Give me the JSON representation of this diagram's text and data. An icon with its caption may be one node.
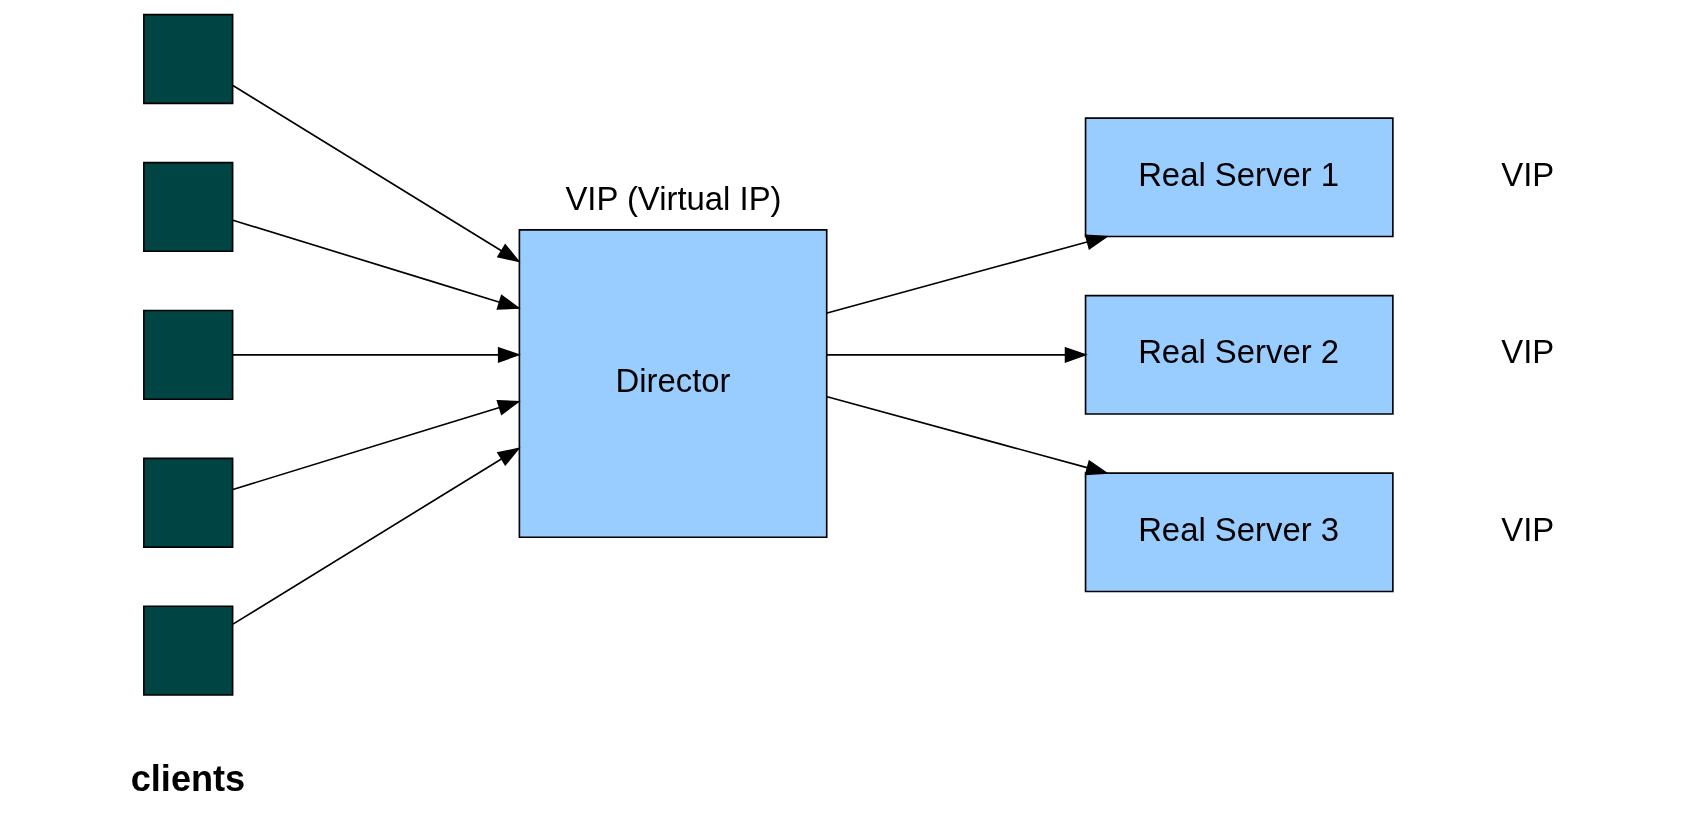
{
  "diagram": {
    "nodes": [
      {
        "text": [],
        "shape": "box"
      },
      {
        "text": [],
        "shape": "box"
      },
      {
        "text": [],
        "shape": "box"
      },
      {
        "text": [],
        "shape": "box"
      },
      {
        "text": [],
        "shape": "box"
      },
      {
        "text": [
          "Director"
        ],
        "beside": [
          "VIP (Virtual IP)"
        ]
      },
      {
        "text": [
          "Real Server 1"
        ],
        "beside": [
          "VIP"
        ]
      },
      {
        "text": [
          "Real Server 2"
        ],
        "beside": [
          "VIP"
        ]
      },
      {
        "text": [
          "Real Server 3"
        ],
        "beside": [
          "VIP"
        ]
      }
    ],
    "edges": [
      {
        "from": 0,
        "to": 5,
        "arrow": "to"
      },
      {
        "from": 1,
        "to": 5,
        "arrow": "to"
      },
      {
        "from": 2,
        "to": 5,
        "arrow": "to"
      },
      {
        "from": 3,
        "to": 5,
        "arrow": "to"
      },
      {
        "from": 4,
        "to": 5,
        "arrow": "to"
      },
      {
        "from": 5,
        "to": 6,
        "arrow": "to"
      },
      {
        "from": 5,
        "to": 7,
        "arrow": "to"
      },
      {
        "from": 5,
        "to": 8,
        "arrow": "to"
      }
    ],
    "labels": [
      "clients"
    ]
  }
}
